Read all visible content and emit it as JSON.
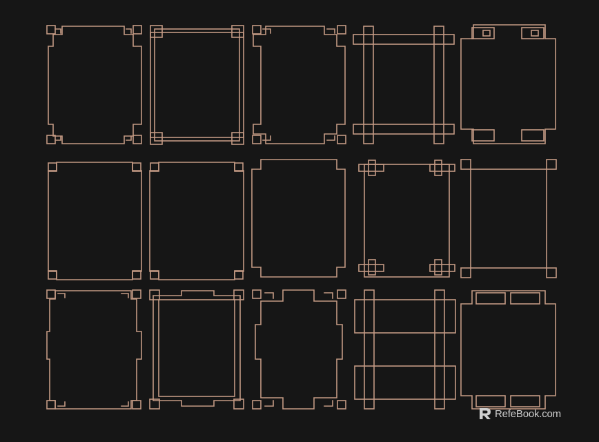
{
  "palette": {
    "background": "#161616",
    "stroke": "#c49a84"
  },
  "grid": {
    "rows": 3,
    "columns": 5,
    "item_type": "chinese-style decorative line frames"
  },
  "watermark": {
    "text": "RefeBook.com",
    "icon": "r-logo-icon"
  }
}
